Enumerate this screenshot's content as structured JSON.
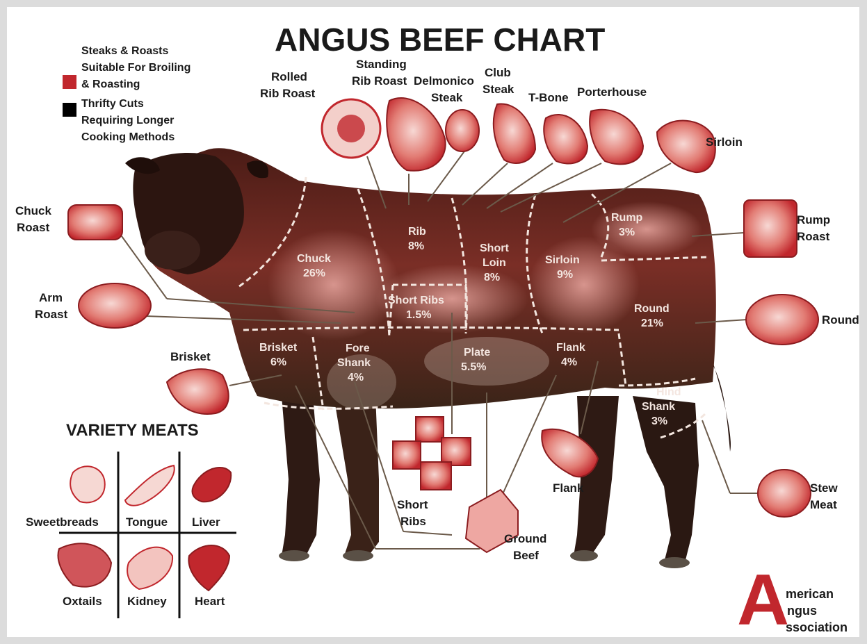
{
  "title": "ANGUS BEEF CHART",
  "legend": {
    "red_line1": "Steaks & Roasts",
    "red_line2": "Suitable For Broiling",
    "red_line3": "& Roasting",
    "black_line1": "Thrifty Cuts",
    "black_line2": "Requiring Longer",
    "black_line3": "Cooking Methods",
    "red_color": "#c1272d",
    "black_color": "#000000"
  },
  "cow_regions": {
    "chuck": {
      "name": "Chuck",
      "pct": "26%"
    },
    "rib": {
      "name": "Rib",
      "pct": "8%"
    },
    "short_ribs": {
      "name": "Short Ribs",
      "pct": "1.5%"
    },
    "short_loin": {
      "line1": "Short",
      "line2": "Loin",
      "pct": "8%"
    },
    "sirloin": {
      "name": "Sirloin",
      "pct": "9%"
    },
    "rump": {
      "name": "Rump",
      "pct": "3%"
    },
    "round": {
      "name": "Round",
      "pct": "21%"
    },
    "brisket": {
      "name": "Brisket",
      "pct": "6%"
    },
    "fore_shank": {
      "line1": "Fore",
      "line2": "Shank",
      "pct": "4%"
    },
    "plate": {
      "name": "Plate",
      "pct": "5.5%"
    },
    "flank": {
      "name": "Flank",
      "pct": "4%"
    },
    "hind_shank": {
      "line1": "Hind",
      "line2": "Shank",
      "pct": "3%"
    }
  },
  "cuts": {
    "rolled_rib_roast": {
      "line1": "Rolled",
      "line2": "Rib Roast"
    },
    "standing_rib_roast": {
      "line1": "Standing",
      "line2": "Rib Roast"
    },
    "delmonico_steak": {
      "line1": "Delmonico",
      "line2": "Steak"
    },
    "club_steak": {
      "line1": "Club",
      "line2": "Steak"
    },
    "t_bone": "T-Bone",
    "porterhouse": "Porterhouse",
    "sirloin": "Sirloin",
    "chuck_roast": {
      "line1": "Chuck",
      "line2": "Roast"
    },
    "arm_roast": {
      "line1": "Arm",
      "line2": "Roast"
    },
    "brisket": "Brisket",
    "rump_roast": {
      "line1": "Rump",
      "line2": "Roast"
    },
    "round": "Round",
    "stew_meat": {
      "line1": "Stew",
      "line2": "Meat"
    },
    "flank": "Flank",
    "short_ribs": {
      "line1": "Short",
      "line2": "Ribs"
    },
    "ground_beef": {
      "line1": "Ground",
      "line2": "Beef"
    }
  },
  "variety_meats": {
    "heading": "VARIETY MEATS",
    "items": [
      "Sweetbreads",
      "Tongue",
      "Liver",
      "Oxtails",
      "Kidney",
      "Heart"
    ]
  },
  "association": {
    "big_letter": "A",
    "line1": "merican",
    "line2": "ngus",
    "line3": "ssociation",
    "color": "#c1272d"
  },
  "colors": {
    "meat_red": "#c1272d",
    "cut_pink": "#e7a3a0",
    "cow_dark": "#3a1d17",
    "cow_body": "#6e2a22"
  }
}
